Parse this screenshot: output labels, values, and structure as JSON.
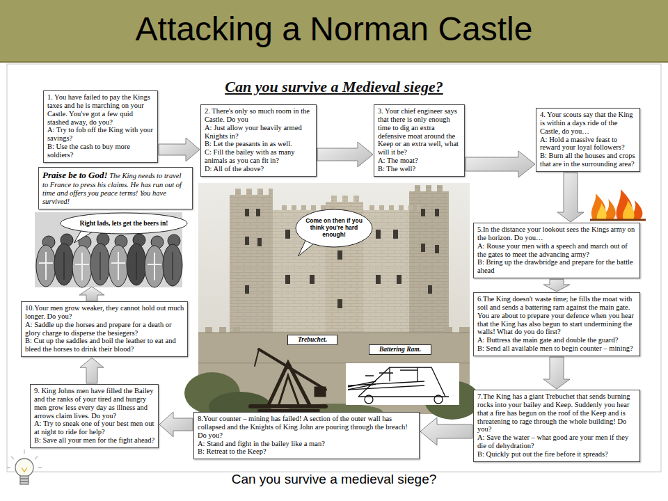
{
  "diagram": {
    "title": "Attacking a Norman Castle",
    "caption": "Can you survive a medieval siege?",
    "nodes": [
      {
        "text": [
          "1. You have failed to pay the Kings taxes and he is marching on your Castle. You've got a few quid stashed away, do you?",
          "A: Try to fob off the King with your savings?",
          "B: Use the cash to buy more soldiers?"
        ]
      },
      {
        "text": [
          "2. There's only so much room in the Castle. Do you",
          "A: Just allow your heavily armed Knights in?",
          "B: Let the peasants in as well.",
          "C: Fill the bailey with as many animals as you can fit in?",
          "D: All of the above?"
        ]
      },
      {
        "text": [
          "3. Your chief engineer says that there is only enough time to dig an extra defensive moat around the Keep or an extra well, what will it be?",
          "A: The moat?",
          "B: The well?"
        ]
      },
      {
        "text": [
          "4. Your scouts say that the King is within a days ride of the Castle, do you…",
          "A: Hold a massive feast to reward your loyal followers?",
          "B: Burn all the houses and crops that are in the surrounding area?"
        ]
      },
      {
        "text": [
          "5.In the distance your lookout sees the Kings army on the horizon. Do you…",
          "A: Rouse your men with a speech and march out of the gates to meet the advancing army?",
          "B: Bring up the drawbridge and prepare for the battle ahead"
        ]
      },
      {
        "text": [
          "6.The King doesn't waste time; he fills the moat with soil and sends a battering ram against the main gate. You are about to prepare your defence when you hear that the King has also begun to start undermining the walls! What do you do first?",
          "A: Buttress the main gate and double the guard?",
          "B: Send all available men to begin counter – mining?"
        ]
      },
      {
        "text": [
          "7.The King has a giant Trebuchet that sends burning rocks into your bailey and Keep. Suddenly you hear that a fire has begun on the roof of the Keep and is threatening to rage through the whole building! Do you?",
          "A: Save the water – what good are your men if they die of dehydration?",
          "B: Quickly put out the fire before it spreads?"
        ]
      },
      {
        "text": [
          "8.Your counter – mining has failed! A section of the outer wall has collapsed and the Knights of King John are pouring through the breach! Do you?",
          "A: Stand and fight in the bailey like a man?",
          "B: Retreat to the Keep?"
        ]
      },
      {
        "text": [
          "9. King Johns men have filled the Bailey and the ranks of your tired and hungry men grow less every day as illness and arrows claim lives. Do you?",
          "A: Try to sneak one of your best men out at night to ride for help?",
          "B: Save all your men for the fight ahead?"
        ]
      },
      {
        "text": [
          "10.Your men grow weaker, they cannot hold out much longer. Do you?",
          "A: Saddle up the horses and prepare for a death or glory charge to disperse the besiegers?",
          "B: Cut up the saddles and boil the leather to eat and bleed the horses to drink their blood?"
        ]
      },
      {
        "text": [
          "Praise be to God!",
          "The King needs to travel to France to press his claims. He has run out of time and offers you peace terms! You have survived!"
        ]
      },
      {
        "text": [
          "Right lads, lets get the beers in!"
        ]
      },
      {
        "text": [
          "Come on then if you think you're hard enough!"
        ]
      },
      {
        "text": [
          "Trebuchet."
        ]
      },
      {
        "text": [
          "Battering Ram."
        ]
      }
    ],
    "edges": [
      {
        "from": 0,
        "to": 1,
        "arrow": "to"
      },
      {
        "from": 1,
        "to": 2,
        "arrow": "to"
      },
      {
        "from": 2,
        "to": 3,
        "arrow": "to"
      },
      {
        "from": 3,
        "to": 4,
        "arrow": "to"
      },
      {
        "from": 4,
        "to": 5,
        "arrow": "to"
      },
      {
        "from": 5,
        "to": 6,
        "arrow": "to"
      },
      {
        "from": 6,
        "to": 7,
        "arrow": "to"
      },
      {
        "from": 7,
        "to": 8,
        "arrow": "to"
      },
      {
        "from": 8,
        "to": 9,
        "arrow": "to"
      }
    ],
    "labels": [
      "Can you survive a Medieval siege?"
    ]
  }
}
